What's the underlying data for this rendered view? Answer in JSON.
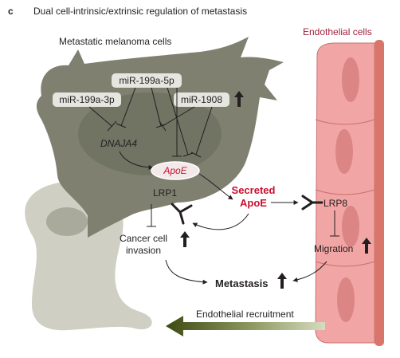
{
  "panel_letter": "c",
  "title": "Dual cell-intrinsic/extrinsic regulation of metastasis",
  "labels": {
    "melanoma_cells": "Metastatic melanoma cells",
    "endothelial_cells": "Endothelial cells",
    "mir_199a_5p": "miR-199a-5p",
    "mir_199a_3p": "miR-199a-3p",
    "mir_1908": "miR-1908",
    "dnaja4": "DNAJA4",
    "apoe": "ApoE",
    "lrp1": "LRP1",
    "secreted_apoe_line1": "Secreted",
    "secreted_apoe_line2": "ApoE",
    "lrp8": "LRP8",
    "cancer_invasion_line1": "Cancer cell",
    "cancer_invasion_line2": "invasion",
    "migration": "Migration",
    "metastasis": "Metastasis",
    "endothelial_recruitment": "Endothelial recruitment"
  },
  "colors": {
    "melanoma_cell": "#7f806f",
    "melanoma_cell_inner": "#6a6b5c",
    "light_cell": "#cfcfc3",
    "endothelial": "#f2a5a5",
    "endothelial_border": "#c97070",
    "endothelial_nucleus": "#dc8585",
    "vessel_wall": "#d9766c",
    "secreted_text": "#c8102e",
    "mirna_box": "#e6e6e1",
    "apoe_box": "#f3e9e9"
  }
}
